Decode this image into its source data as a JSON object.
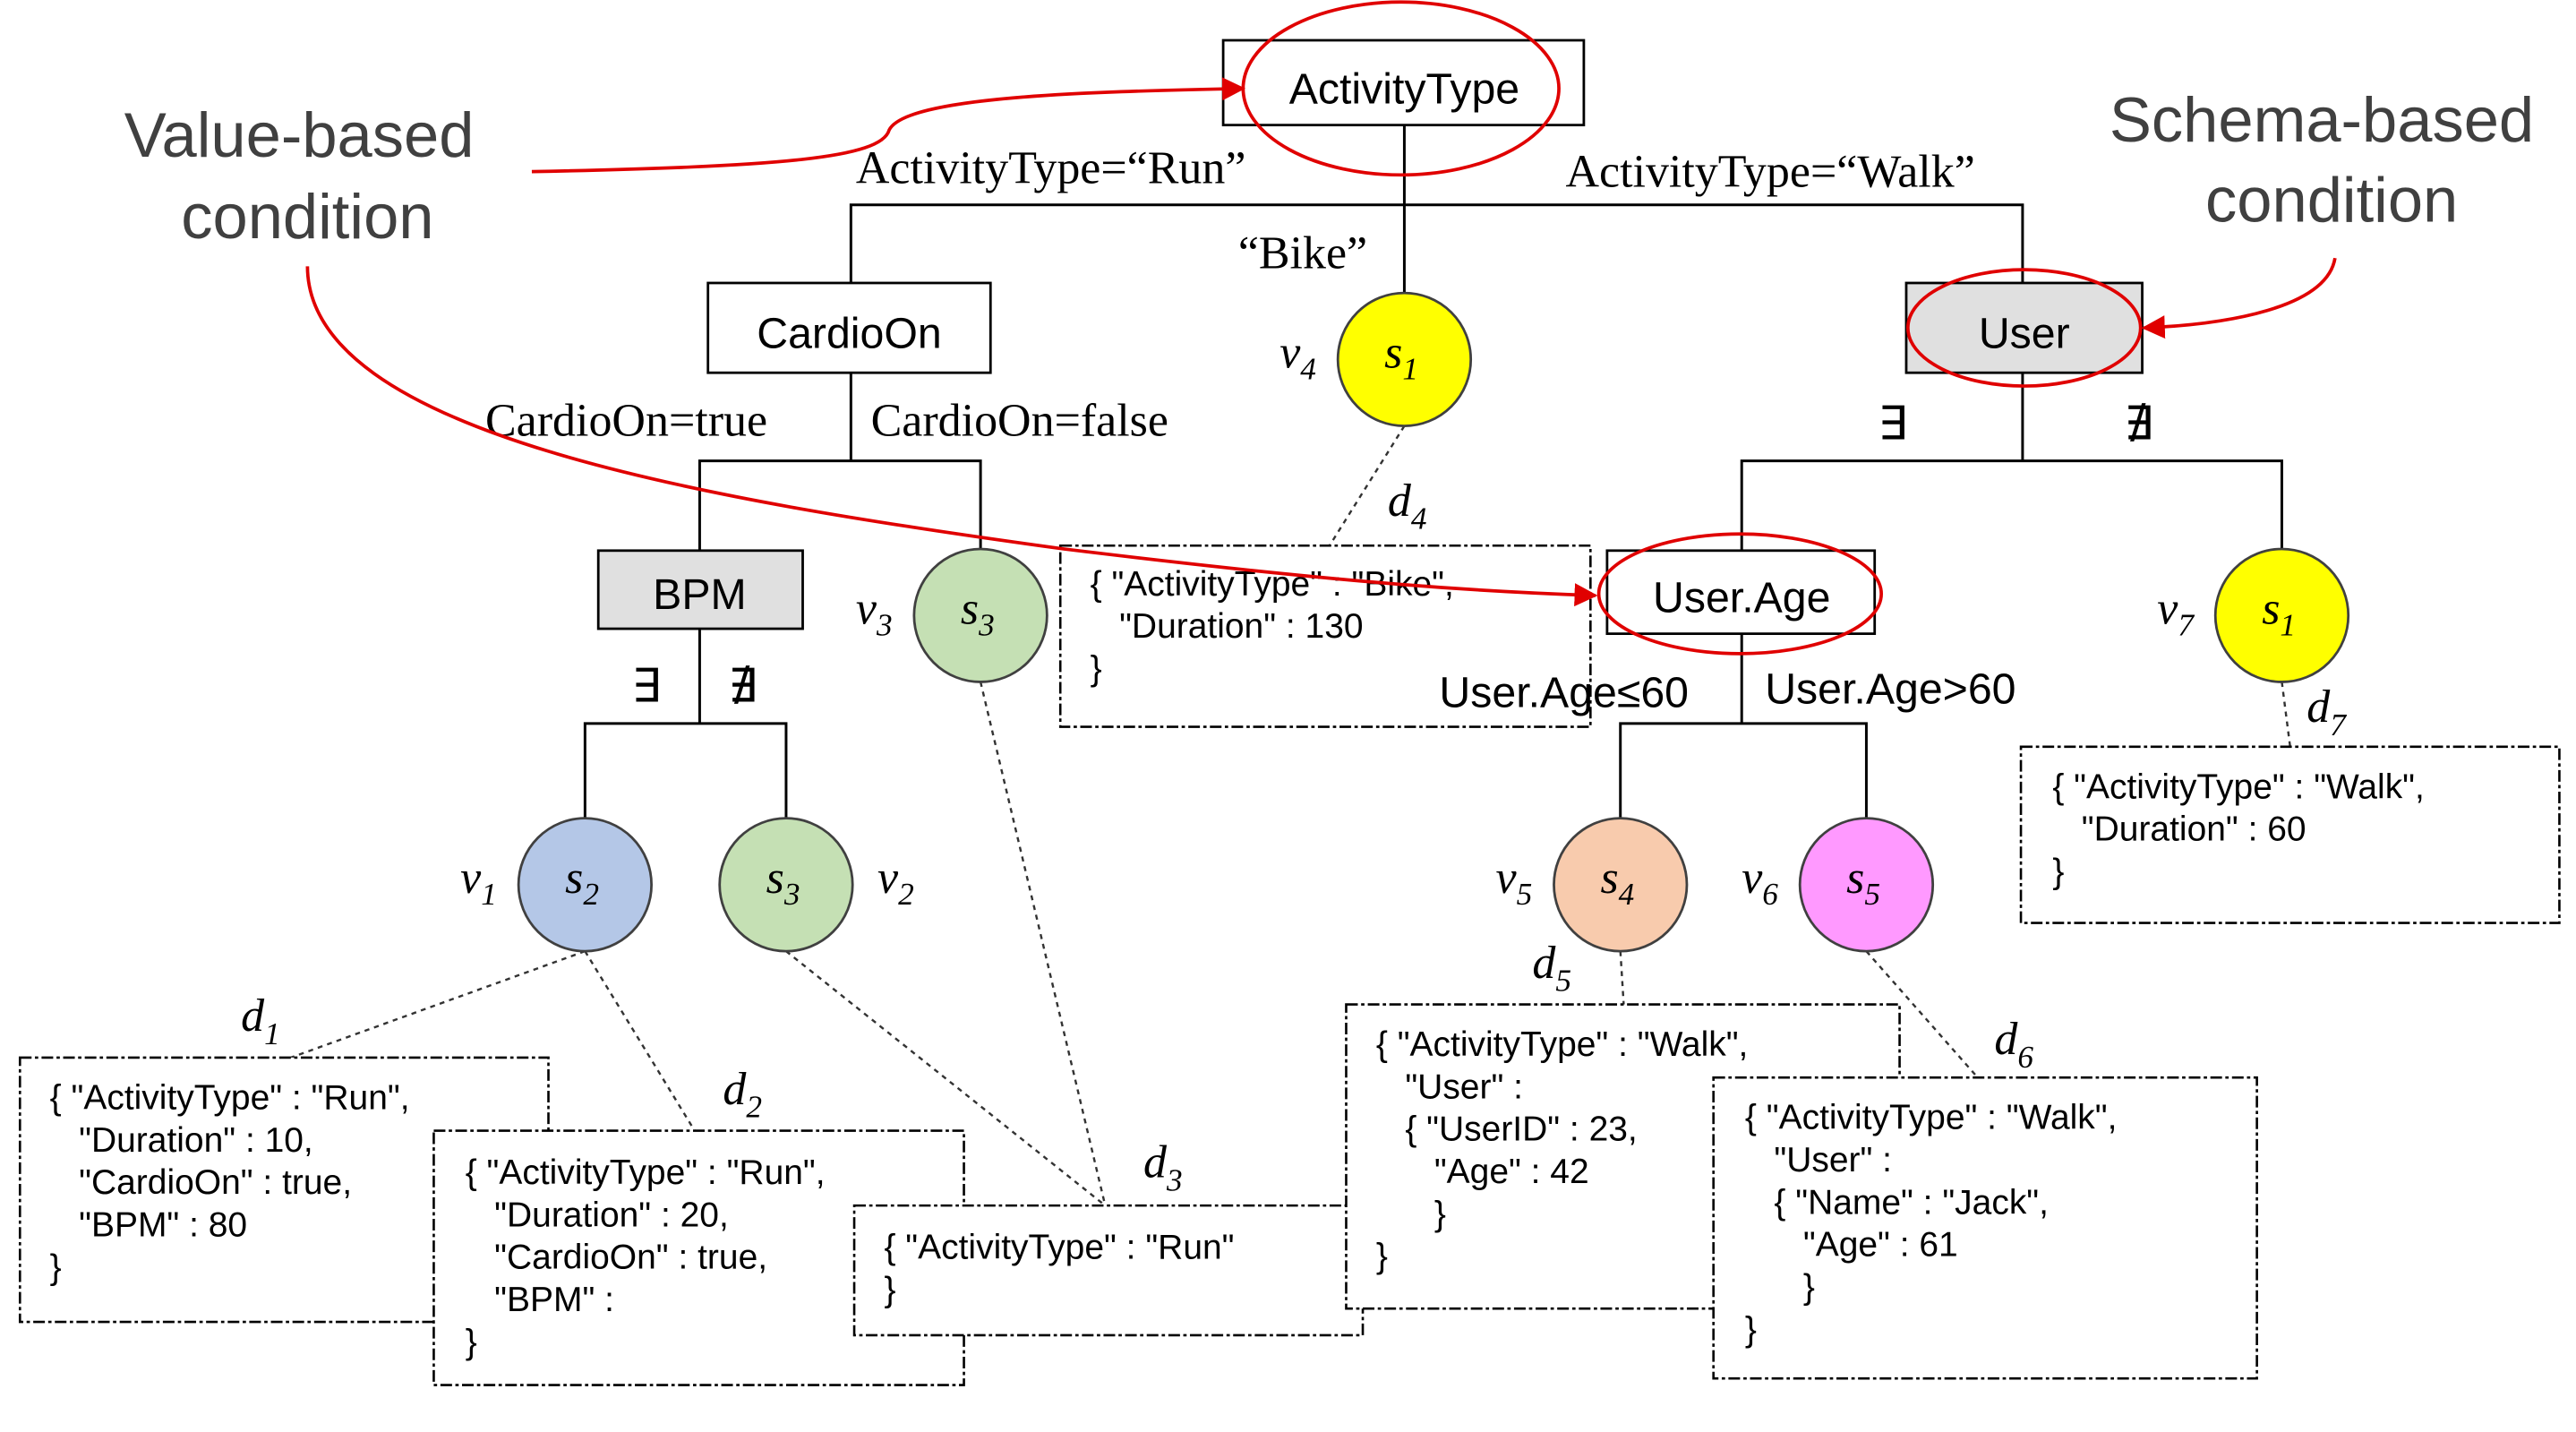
{
  "annotations": {
    "value_based": [
      "Value-based",
      "condition"
    ],
    "schema_based": [
      "Schema-based",
      "condition"
    ]
  },
  "nodes": {
    "activity_type": "ActivityType",
    "cardio_on": "CardioOn",
    "bpm": "BPM",
    "user": "User",
    "user_age": "User.Age"
  },
  "edges": {
    "run": "ActivityType=“Run”",
    "walk": "ActivityType=“Walk”",
    "bike": "“Bike”",
    "cardio_true": "CardioOn=true",
    "cardio_false": "CardioOn=false",
    "bpm_exists": "∃",
    "bpm_not_exists": "∄",
    "user_exists": "∃",
    "user_not_exists": "∄",
    "age_le": "User.Age≤60",
    "age_gt": "User.Age>60"
  },
  "leaves": {
    "v1": {
      "var": "v",
      "var_sub": "1",
      "schema": "s",
      "schema_sub": "2",
      "color": "#b4c7e7"
    },
    "v2": {
      "var": "v",
      "var_sub": "2",
      "schema": "s",
      "schema_sub": "3",
      "color": "#c5e0b4"
    },
    "v3": {
      "var": "v",
      "var_sub": "3",
      "schema": "s",
      "schema_sub": "3",
      "color": "#c5e0b4"
    },
    "v4": {
      "var": "v",
      "var_sub": "4",
      "schema": "s",
      "schema_sub": "1",
      "color": "#ffff00"
    },
    "v5": {
      "var": "v",
      "var_sub": "5",
      "schema": "s",
      "schema_sub": "4",
      "color": "#f8cbad"
    },
    "v6": {
      "var": "v",
      "var_sub": "6",
      "schema": "s",
      "schema_sub": "5",
      "color": "#ff99ff"
    },
    "v7": {
      "var": "v",
      "var_sub": "7",
      "schema": "s",
      "schema_sub": "1",
      "color": "#ffff00"
    }
  },
  "docs": {
    "d1": {
      "label": "d",
      "sub": "1",
      "lines": [
        "{ \"ActivityType\" : \"Run\",",
        "   \"Duration\" : 10,",
        "   \"CardioOn\" : true,",
        "   \"BPM\" : 80",
        "}"
      ]
    },
    "d2": {
      "label": "d",
      "sub": "2",
      "lines": [
        "{ \"ActivityType\" : \"Run\",",
        "   \"Duration\" : 20,",
        "   \"CardioOn\" : true,",
        "   \"BPM\" :",
        "}"
      ]
    },
    "d3": {
      "label": "d",
      "sub": "3",
      "lines": [
        "{ \"ActivityType\" : \"Run\"",
        "}"
      ]
    },
    "d4": {
      "label": "d",
      "sub": "4",
      "lines": [
        "{ \"ActivityType\" : \"Bike\",",
        "   \"Duration\" : 130",
        "}"
      ]
    },
    "d5": {
      "label": "d",
      "sub": "5",
      "lines": [
        "{ \"ActivityType\" : \"Walk\",",
        "   \"User\" :",
        "   { \"UserID\" : 23,",
        "      \"Age\" : 42",
        "      }",
        "}"
      ]
    },
    "d6": {
      "label": "d",
      "sub": "6",
      "lines": [
        "{ \"ActivityType\" : \"Walk\",",
        "   \"User\" :",
        "   { \"Name\" : \"Jack\",",
        "      \"Age\" : 61",
        "      }",
        "}"
      ]
    },
    "d7": {
      "label": "d",
      "sub": "7",
      "lines": [
        "{ \"ActivityType\" : \"Walk\",",
        "   \"Duration\" : 60",
        "}"
      ]
    }
  },
  "colors": {
    "highlight": "#e00000",
    "grey_node": "#e0e0e0"
  }
}
